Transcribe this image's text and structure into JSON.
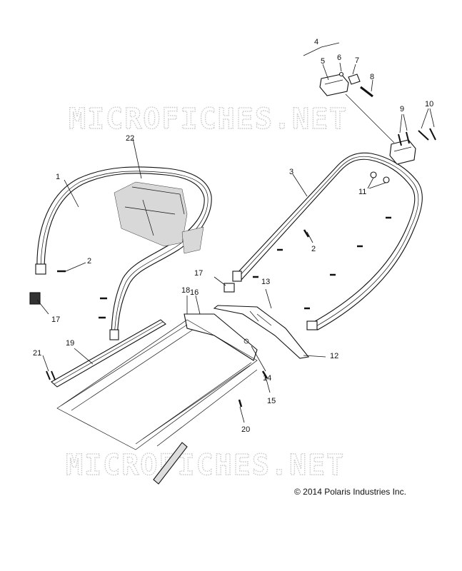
{
  "watermark": {
    "top_text": "MICROFICHES.NET",
    "bottom_text": "MICROFICHES.NET"
  },
  "copyright": "© 2014 Polaris Industries Inc.",
  "callouts": {
    "c1": "1",
    "c2a": "2",
    "c2b": "2",
    "c3": "3",
    "c4": "4",
    "c5": "5",
    "c6": "6",
    "c7": "7",
    "c8": "8",
    "c9": "9",
    "c10": "10",
    "c11": "11",
    "c12": "12",
    "c13": "13",
    "c14": "14",
    "c15": "15",
    "c16": "16",
    "c17a": "17",
    "c17b": "17",
    "c18": "18",
    "c19": "19",
    "c20": "20",
    "c21": "21",
    "c22": "22"
  }
}
